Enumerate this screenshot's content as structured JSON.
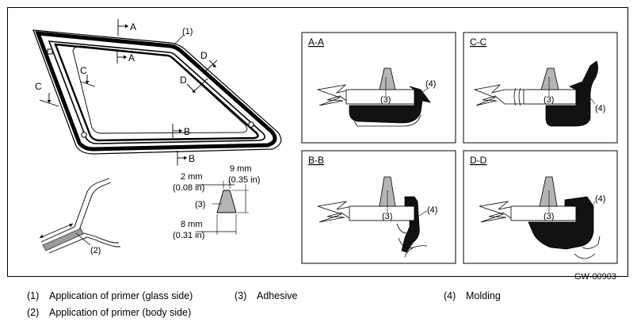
{
  "figure_id": "GW-00903",
  "callouts": {
    "c1": "(1)",
    "c2": "(2)",
    "c3": "(3)",
    "c4": "(4)"
  },
  "section_marks": {
    "A": "A",
    "B": "B",
    "C": "C",
    "D": "D"
  },
  "sections": [
    {
      "title": "A-A",
      "adhesive": "(3)",
      "molding": "(4)"
    },
    {
      "title": "C-C",
      "adhesive": "(3)",
      "molding": "(4)"
    },
    {
      "title": "B-B",
      "adhesive": "(3)",
      "molding": "(4)"
    },
    {
      "title": "D-D",
      "adhesive": "(3)",
      "molding": "(4)"
    }
  ],
  "dimensions": {
    "top_width_mm": "2 mm",
    "top_width_in": "(0.08 in)",
    "height_mm": "9 mm",
    "height_in": "(0.35 in)",
    "base_width_mm": "8 mm",
    "base_width_in": "(0.31 in)",
    "bead_label": "(3)"
  },
  "legend": [
    {
      "num": "(1)",
      "text": "Application of primer (glass side)"
    },
    {
      "num": "(2)",
      "text": "Application of primer (body side)"
    },
    {
      "num": "(3)",
      "text": "Adhesive"
    },
    {
      "num": "(4)",
      "text": "Molding"
    }
  ]
}
